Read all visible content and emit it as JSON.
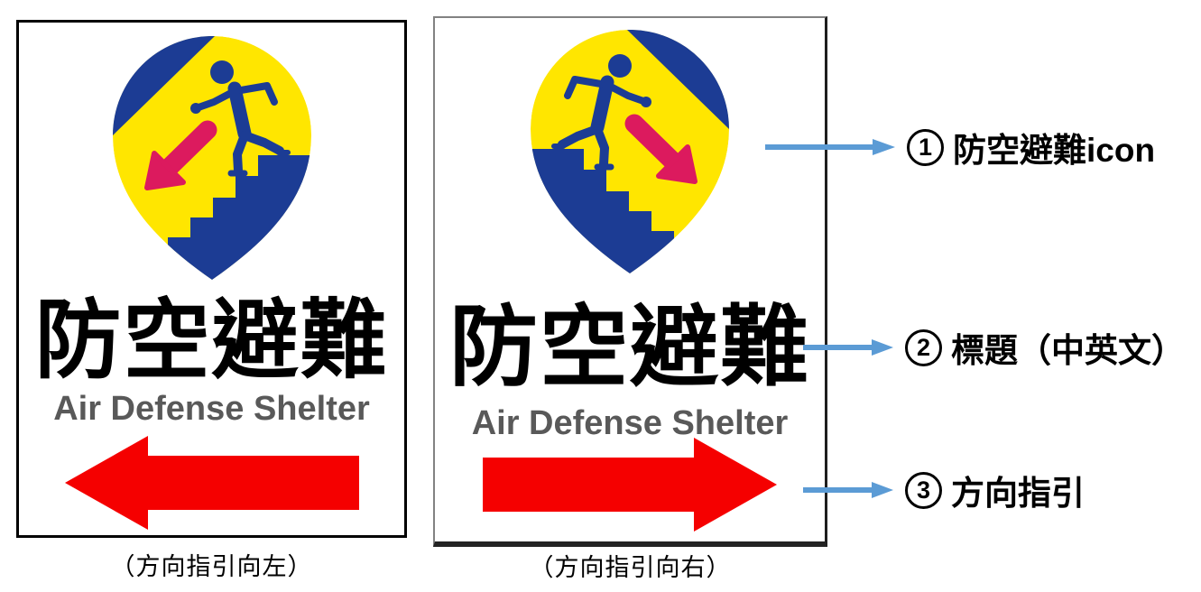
{
  "left_sign": {
    "title": "防空避難",
    "subtitle": "Air Defense Shelter",
    "arrow_direction": "left",
    "caption": "（方向指引向左）"
  },
  "right_sign": {
    "title": "防空避難",
    "subtitle": "Air Defense Shelter",
    "arrow_direction": "right",
    "caption": "（方向指引向右）"
  },
  "annotations": [
    {
      "num": "1",
      "text": "防空避難icon"
    },
    {
      "num": "2",
      "text": "標題（中英文）"
    },
    {
      "num": "3",
      "text": "方向指引"
    }
  ],
  "icons": {
    "sign_icon": "air-defense-shelter-pin (person descending stairs in map-pin)",
    "direction_arrow": "thick-solid-arrow",
    "callout_arrow": "thin-right-arrow"
  },
  "colors": {
    "icon_navy": "#1C3C94",
    "icon_yellow": "#FFE600",
    "icon_pink": "#DC1A5E",
    "direction_arrow_red": "#F50000",
    "callout_blue": "#5B9BD5",
    "subtitle_gray": "#595959",
    "left_sign_border": "#000000",
    "right_sign_border": "#828282"
  }
}
